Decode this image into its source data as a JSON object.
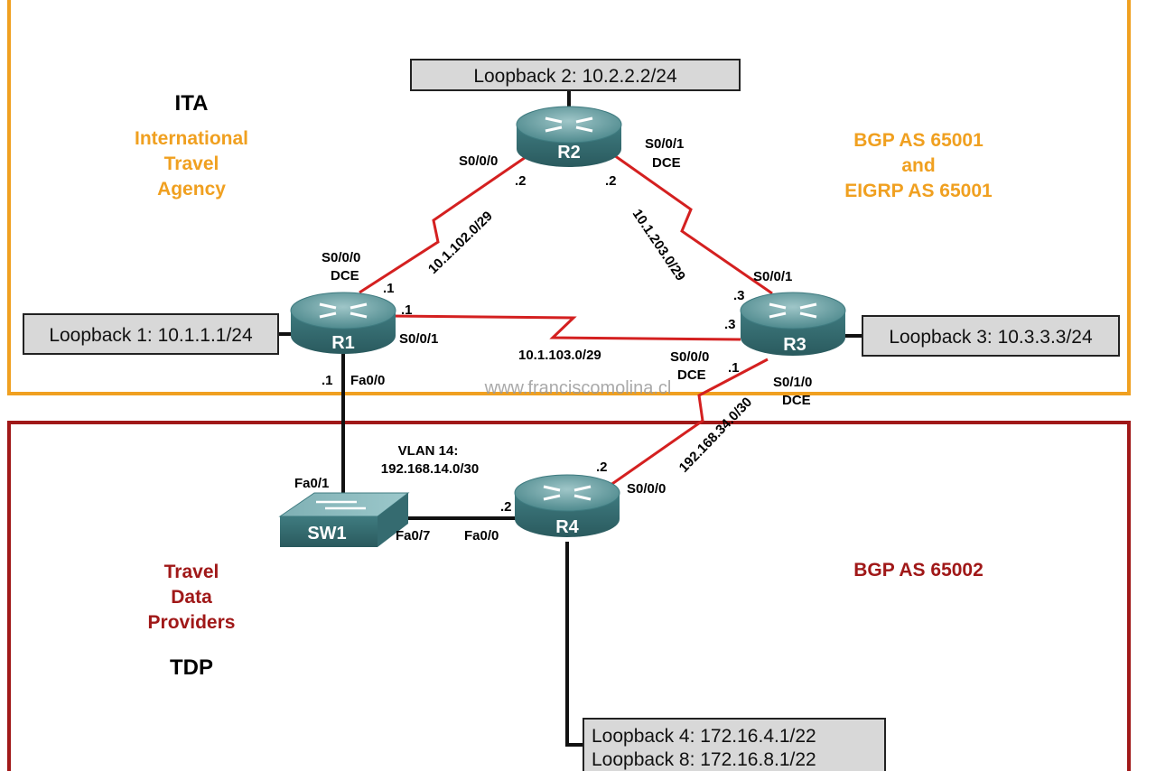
{
  "zones": {
    "ita": {
      "abbr": "ITA",
      "name_lines": [
        "International",
        "Travel",
        "Agency"
      ],
      "as_lines": [
        "BGP AS 65001",
        "and",
        "EIGRP AS 65001"
      ],
      "color": "#f0a020"
    },
    "tdp": {
      "abbr": "TDP",
      "name_lines": [
        "Travel",
        "Data",
        "Providers"
      ],
      "as_label": "BGP AS 65002",
      "color": "#a01818"
    }
  },
  "devices": {
    "r1": "R1",
    "r2": "R2",
    "r3": "R3",
    "r4": "R4",
    "sw1": "SW1"
  },
  "loopbacks": {
    "lo1": "Loopback 1: 10.1.1.1/24",
    "lo2": "Loopback 2: 10.2.2.2/24",
    "lo3": "Loopback 3: 10.3.3.3/24",
    "lo4": "Loopback 4: 172.16.4.1/22",
    "lo8": "Loopback 8: 172.16.8.1/22"
  },
  "networks": {
    "r1_r2": "10.1.102.0/29",
    "r2_r3": "10.1.203.0/29",
    "r1_r3": "10.1.103.0/29",
    "r3_r4": "192.168.34.0/30",
    "vlan_title": "VLAN 14:",
    "vlan_net": "192.168.14.0/30"
  },
  "interfaces": {
    "r2_s000": "S0/0/0",
    "r2_s001": "S0/0/1",
    "r2_s001_dce": "DCE",
    "r2_left_host": ".2",
    "r2_right_host": ".2",
    "r1_s000": "S0/0/0",
    "r1_s000_dce": "DCE",
    "r1_s000_host": ".1",
    "r1_s001": "S0/0/1",
    "r1_s001_host": ".1",
    "r1_fa00": "Fa0/0",
    "r1_fa00_host": ".1",
    "r3_s001": "S0/0/1",
    "r3_s001_host": ".3",
    "r3_s000_host": ".3",
    "r3_s000": "S0/0/0",
    "r3_s000_dce": "DCE",
    "r3_s010_host": ".1",
    "r3_s010": "S0/1/0",
    "r3_s010_dce": "DCE",
    "sw1_fa01": "Fa0/1",
    "sw1_fa07": "Fa0/7",
    "r4_fa00": "Fa0/0",
    "r4_fa00_host": ".2",
    "r4_s000": "S0/0/0",
    "r4_s000_host": ".2"
  },
  "watermark": "www.franciscomolina.cl"
}
